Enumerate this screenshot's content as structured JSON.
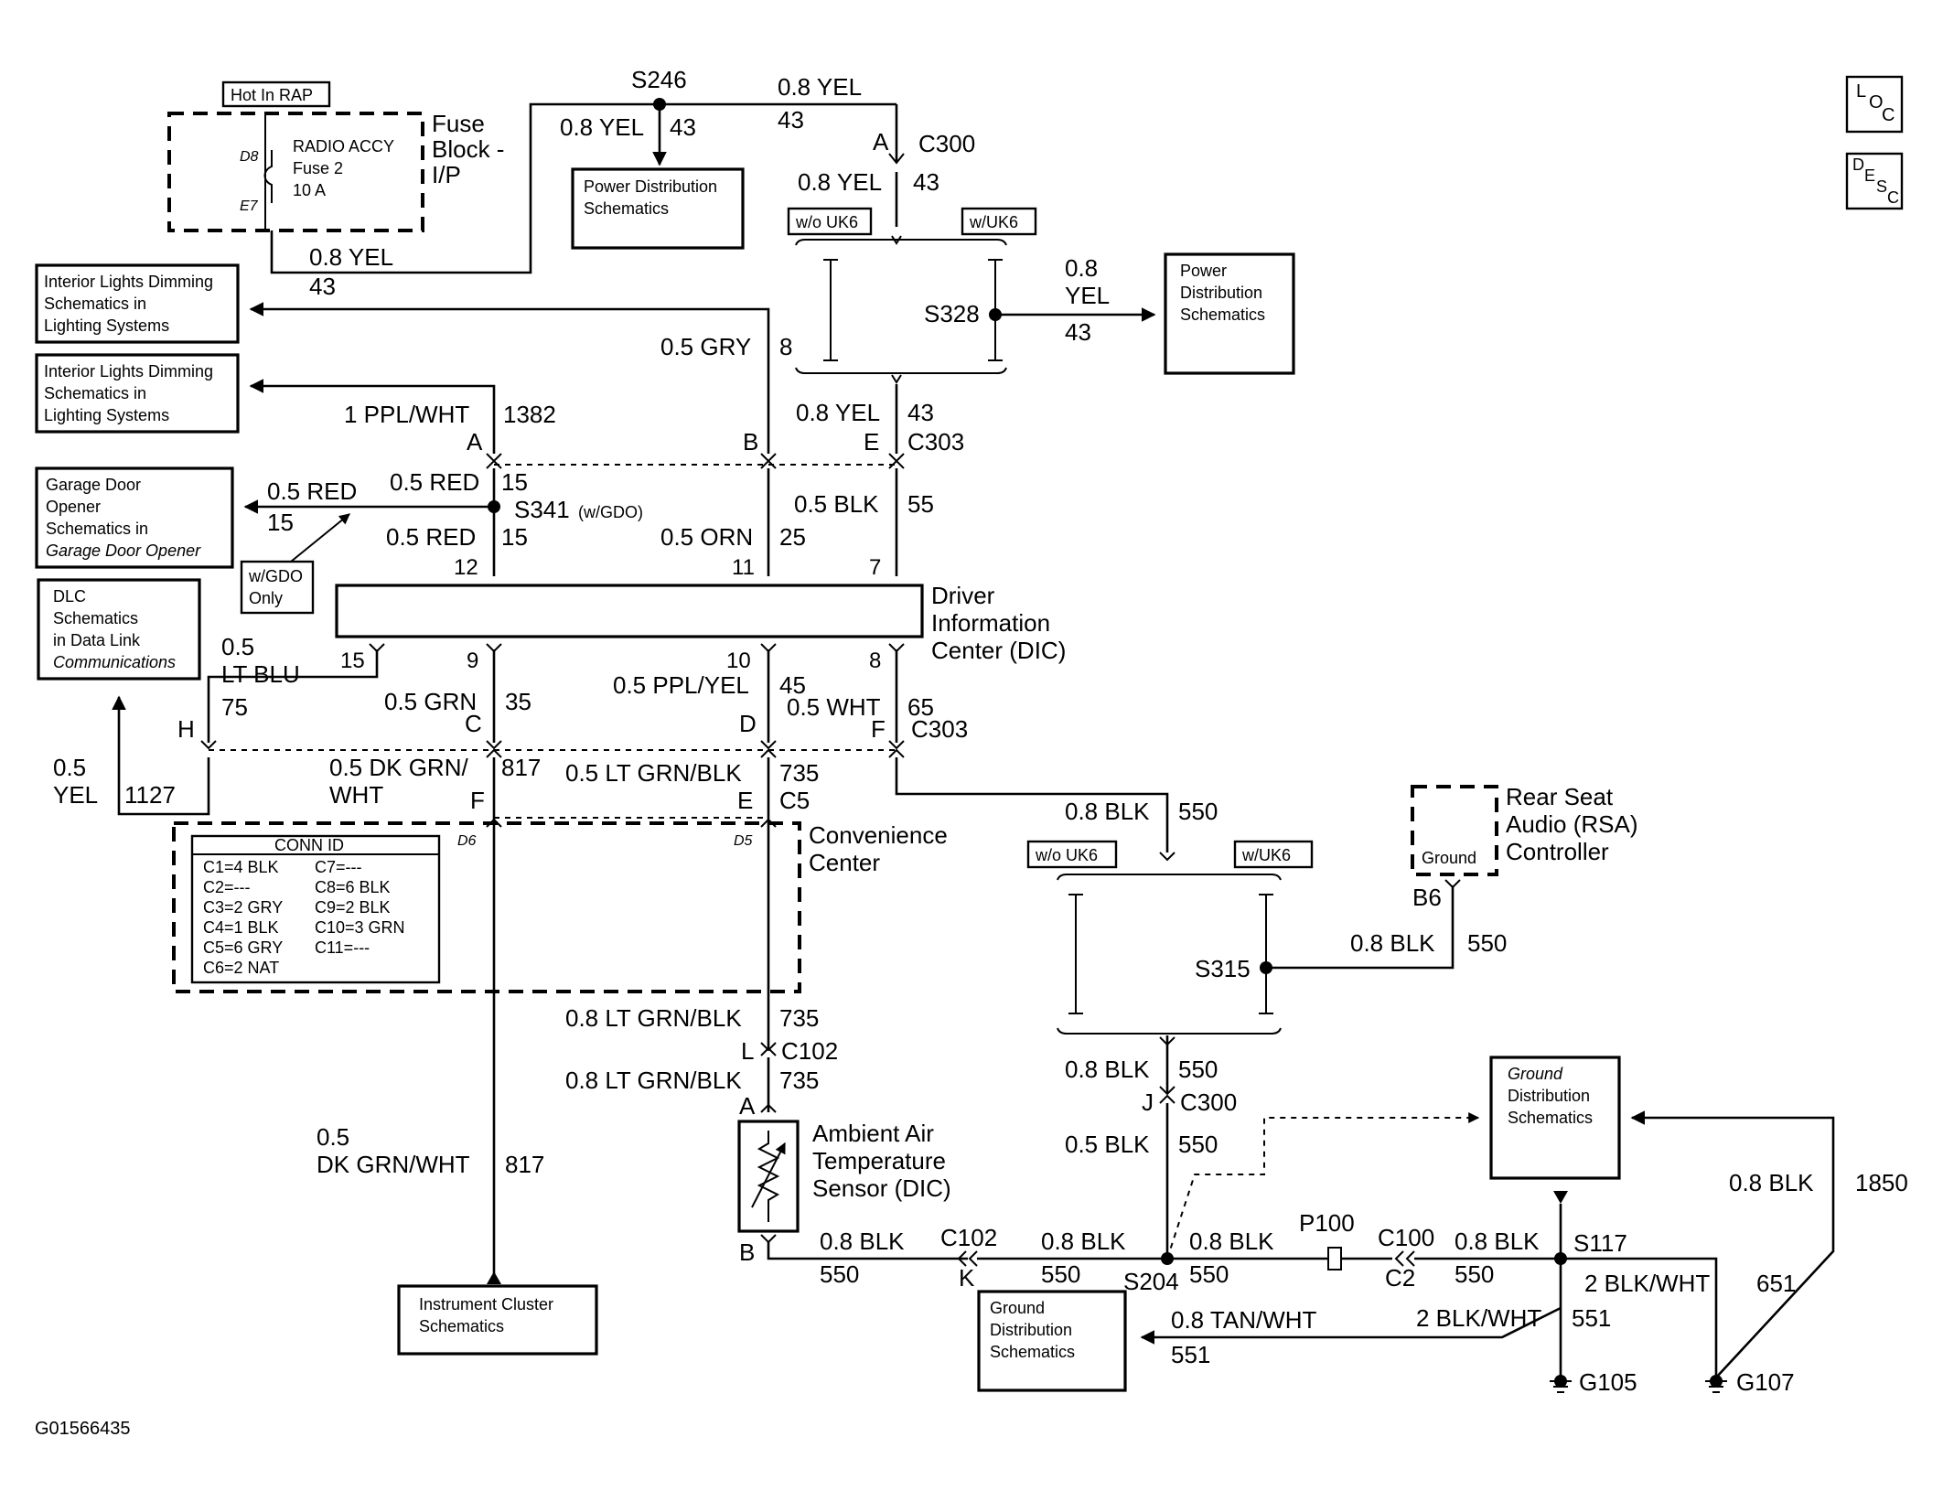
{
  "image_id": "G01566435",
  "corner_icons": {
    "loc": [
      "L",
      "O",
      "C"
    ],
    "desc": [
      "D",
      "E",
      "S",
      "C"
    ]
  },
  "fuse_block": {
    "hot_label": "Hot In RAP",
    "title_lines": [
      "Fuse",
      "Block -",
      "I/P"
    ],
    "fuse_lines": [
      "RADIO ACCY",
      "Fuse 2",
      "10 A"
    ],
    "pin_in": "D8",
    "pin_out": "E7"
  },
  "boxes": {
    "ild1": [
      "Interior Lights Dimming",
      "Schematics in",
      "Lighting Systems"
    ],
    "ild2": [
      "Interior Lights Dimming",
      "Schematics in",
      "Lighting Systems"
    ],
    "garage": [
      "Garage Door",
      "Opener",
      "Schematics in",
      "Garage Door Opener"
    ],
    "dlc": [
      "DLC",
      "Schematics",
      "in Data Link",
      "Communications"
    ],
    "power1": [
      "Power Distribution",
      "Schematics"
    ],
    "power2": [
      "Power",
      "Distribution",
      "Schematics"
    ],
    "instrument": [
      "Instrument Cluster",
      "Schematics"
    ],
    "ground_top": [
      "Ground",
      "Distribution",
      "Schematics"
    ],
    "ground_bottom": [
      "Ground",
      "Distribution",
      "Schematics"
    ],
    "wgdo": [
      "w/GDO",
      "Only"
    ]
  },
  "option_tags": {
    "wo_uk6_a": "w/o UK6",
    "w_uk6_a": "w/UK6",
    "wo_uk6_b": "w/o UK6",
    "w_uk6_b": "w/UK6"
  },
  "splices": {
    "s246": "S246",
    "s328": "S328",
    "s341": "S341",
    "s341_note": "(w/GDO)",
    "s315": "S315",
    "s204": "S204",
    "s117": "S117"
  },
  "connectors": {
    "c300": "C300",
    "c303_top": "C303",
    "c303_bottom": "C303",
    "c5": "C5",
    "c102_a": "C102",
    "c102_b": "C102",
    "c300_b": "C300",
    "c100": "C100",
    "c2": "C2",
    "p100": "P100"
  },
  "grounds": {
    "g105": "G105",
    "g107": "G107"
  },
  "dic": {
    "title_lines": [
      "Driver",
      "Information",
      "Center (DIC)"
    ],
    "top_pins": [
      "12",
      "11",
      "7"
    ],
    "bottom_pins": [
      "15",
      "9",
      "10",
      "8"
    ]
  },
  "convenience_center": {
    "title_lines": [
      "Convenience",
      "Center"
    ],
    "pin_left": "D6",
    "pin_right": "D5",
    "conn_id_title": "CONN ID",
    "conn_id_left": [
      "C1=4 BLK",
      "C2=---",
      "C3=2 GRY",
      "C4=1 BLK",
      "C5=6 GRY",
      "C6=2 NAT"
    ],
    "conn_id_right": [
      "C7=---",
      "C8=6 BLK",
      "C9=2 BLK",
      "C10=3 GRN",
      "C11=---"
    ]
  },
  "sensor": {
    "title_lines": [
      "Ambient Air",
      "Temperature",
      "Sensor (DIC)"
    ],
    "pin_top": "A",
    "pin_bottom": "B"
  },
  "rsa": {
    "title_lines": [
      "Rear Seat",
      "Audio (RSA)",
      "Controller"
    ],
    "ground_label": "Ground",
    "pin": "B6"
  },
  "wires": {
    "yel_fuse": "0.8 YEL",
    "yel_fuse_num": "43",
    "yel_s246_left": "0.8 YEL",
    "yel_s246_left_num": "43",
    "yel_s246_right": "0.8 YEL",
    "yel_s246_right_num": "43",
    "yel_c300": "0.8 YEL",
    "yel_c300_num": "43",
    "yel_s328_a": "0.8",
    "yel_s328_b": "YEL",
    "yel_s328_num": "43",
    "gry": "0.5 GRY",
    "gry_num": "8",
    "yel_c303": "0.8 YEL",
    "yel_c303_num": "43",
    "ppl_wht": "1 PPL/WHT",
    "ppl_wht_num": "1382",
    "red_a": "0.5 RED",
    "red_a_num": "15",
    "red_b": "0.5 RED",
    "red_b_num": "15",
    "red_c": "0.5 RED",
    "red_c_num": "15",
    "orn": "0.5 ORN",
    "orn_num": "25",
    "blk_dic": "0.5 BLK",
    "blk_dic_num": "55",
    "lt_blu_a": "0.5",
    "lt_blu_b": "LT BLU",
    "lt_blu_num": "75",
    "grn": "0.5 GRN",
    "grn_num": "35",
    "ppl_yel": "0.5 PPL/YEL",
    "ppl_yel_num": "45",
    "wht": "0.5 WHT",
    "wht_num": "65",
    "dlc_yel_a": "0.5",
    "dlc_yel_b": "YEL",
    "dlc_yel_num": "1127",
    "dk_grn_a": "0.5 DK GRN/",
    "dk_grn_b": "WHT",
    "dk_grn_num": "817",
    "lt_grn_blk_a": "0.5 LT GRN/BLK",
    "lt_grn_blk_a_num": "735",
    "blk_550_a": "0.8 BLK",
    "blk_550_a_num": "550",
    "lt_grn_blk_b": "0.8 LT GRN/BLK",
    "lt_grn_blk_b_num": "735",
    "lt_grn_blk_c": "0.8 LT GRN/BLK",
    "lt_grn_blk_c_num": "735",
    "blk_rsa": "0.8 BLK",
    "blk_rsa_num": "550",
    "blk_c300": "0.8 BLK",
    "blk_c300_num": "550",
    "blk_05": "0.5 BLK",
    "blk_05_num": "550",
    "dk_grn_c": "0.5",
    "dk_grn_d": "DK GRN/WHT",
    "dk_grn_cd_num": "817",
    "blk_sensor": "0.8 BLK",
    "blk_sensor_num": "550",
    "blk_s204_l": "0.8 BLK",
    "blk_s204_l_num": "550",
    "blk_s204_r": "0.8 BLK",
    "blk_s204_r_num": "550",
    "blk_c100": "0.8 BLK",
    "blk_c100_num": "550",
    "blk_1850": "0.8 BLK",
    "blk_1850_num": "1850",
    "blk_wht_a": "2 BLK/WHT",
    "blk_wht_a_num": "651",
    "blk_wht_b": "2 BLK/WHT",
    "blk_wht_b_num": "551",
    "tan_wht": "0.8 TAN/WHT",
    "tan_wht_num": "551"
  },
  "pin_letters": {
    "a300": "A",
    "a303": "A",
    "b303": "B",
    "e303": "E",
    "h303": "H",
    "c303": "C",
    "d303": "D",
    "f303": "F",
    "f_c5": "F",
    "e_c5": "E",
    "l102": "L",
    "k102": "K",
    "j300": "J"
  }
}
